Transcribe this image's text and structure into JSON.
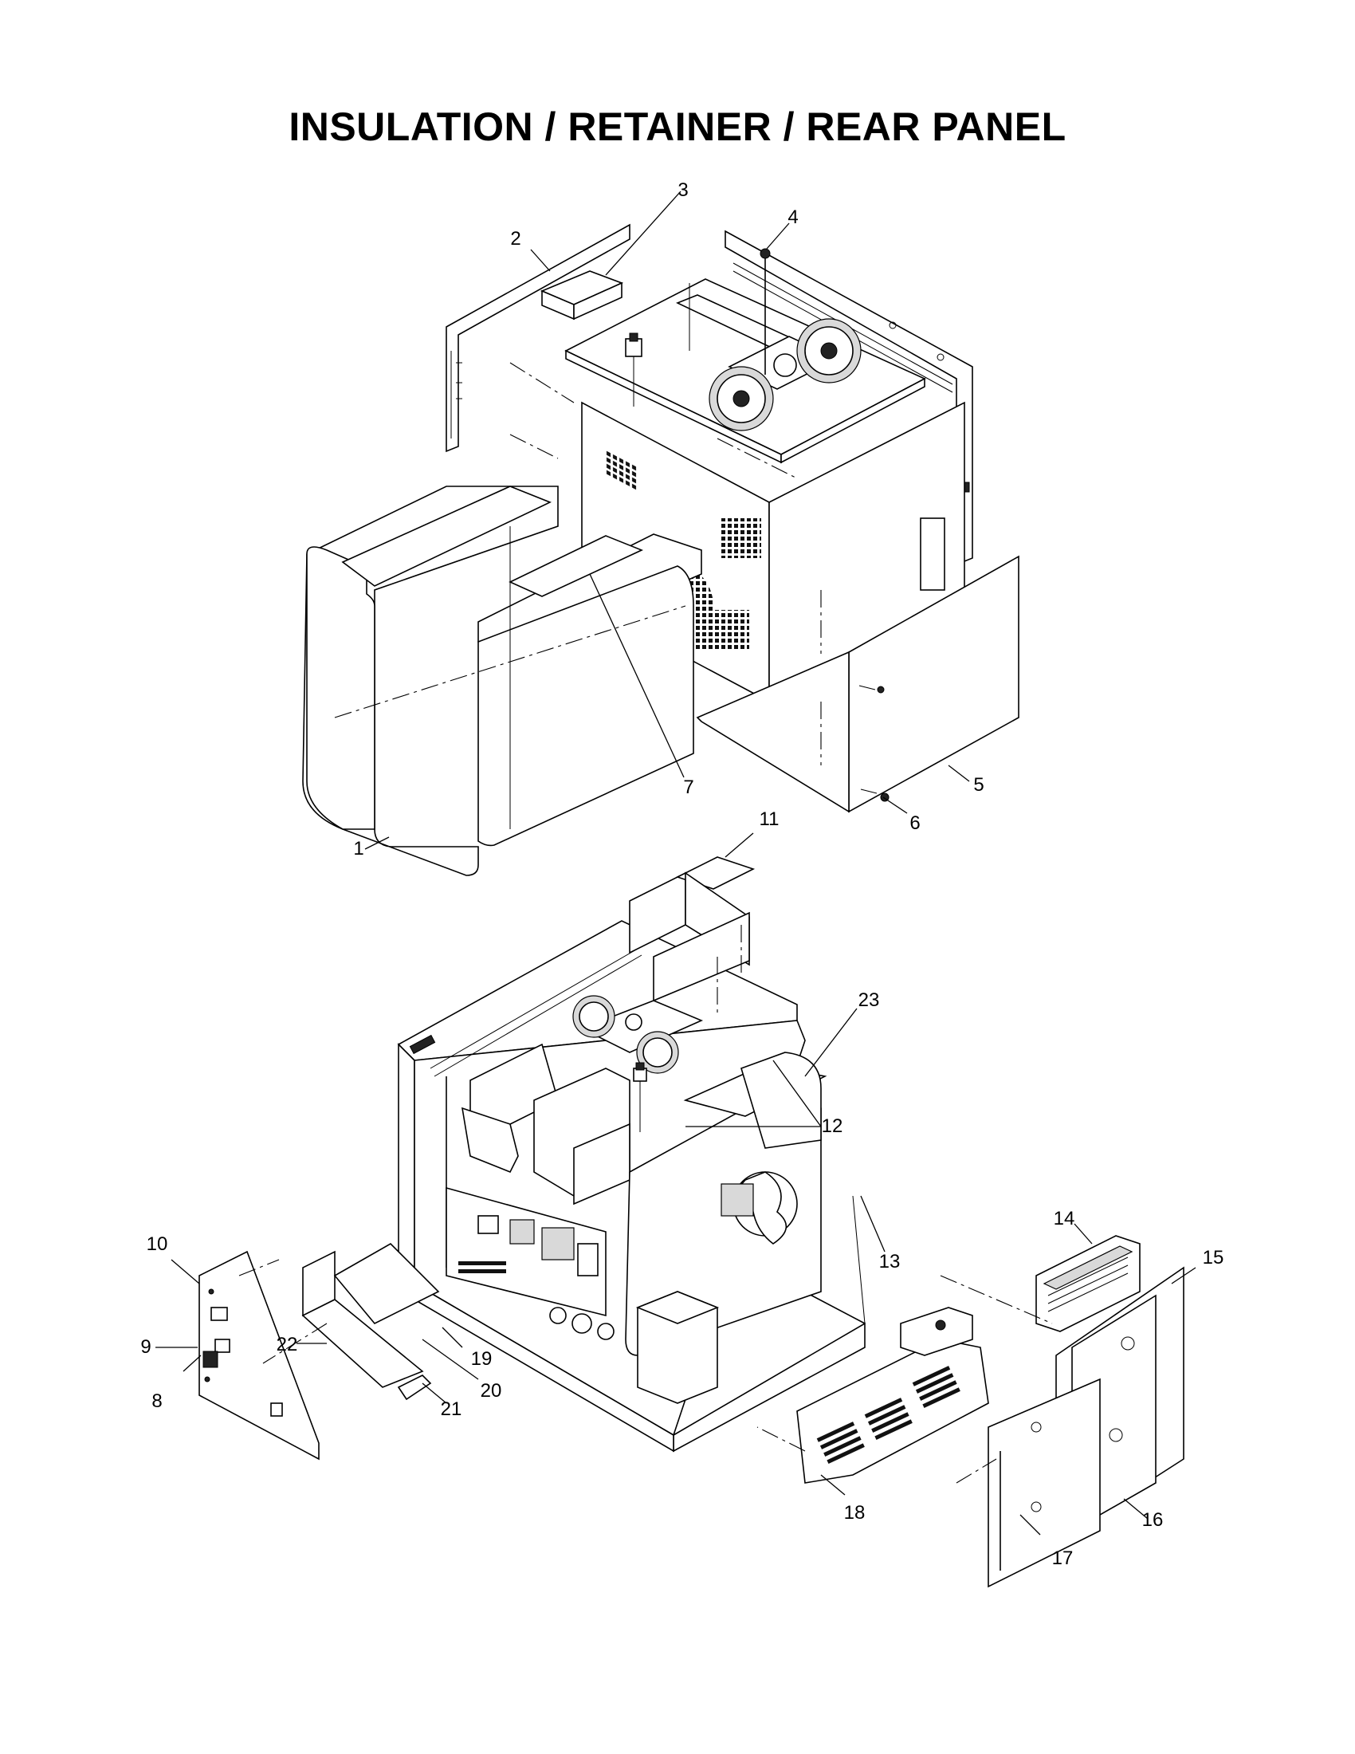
{
  "page": {
    "title": "INSULATION / RETAINER / REAR PANEL"
  },
  "callouts": {
    "c1": "1",
    "c2": "2",
    "c3": "3",
    "c4": "4",
    "c5": "5",
    "c6": "6",
    "c7": "7",
    "c8": "8",
    "c9": "9",
    "c10": "10",
    "c11": "11",
    "c12": "12",
    "c13": "13",
    "c14": "14",
    "c15": "15",
    "c16": "16",
    "c17": "17",
    "c18": "18",
    "c19": "19",
    "c20": "20",
    "c21": "21",
    "c22": "22",
    "c23": "23"
  }
}
